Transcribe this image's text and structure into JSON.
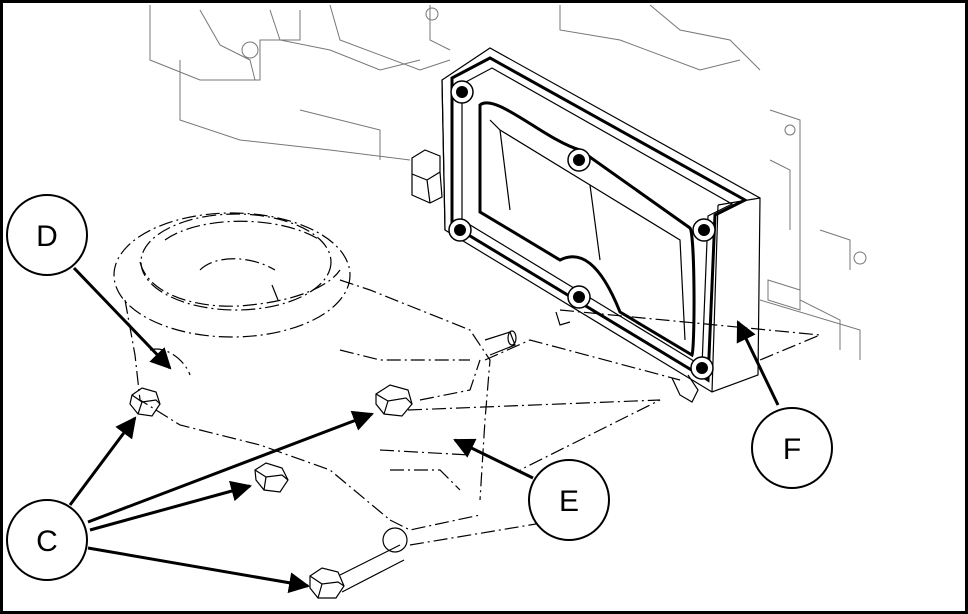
{
  "callouts": {
    "c": "C",
    "d": "D",
    "e": "E",
    "f": "F"
  }
}
